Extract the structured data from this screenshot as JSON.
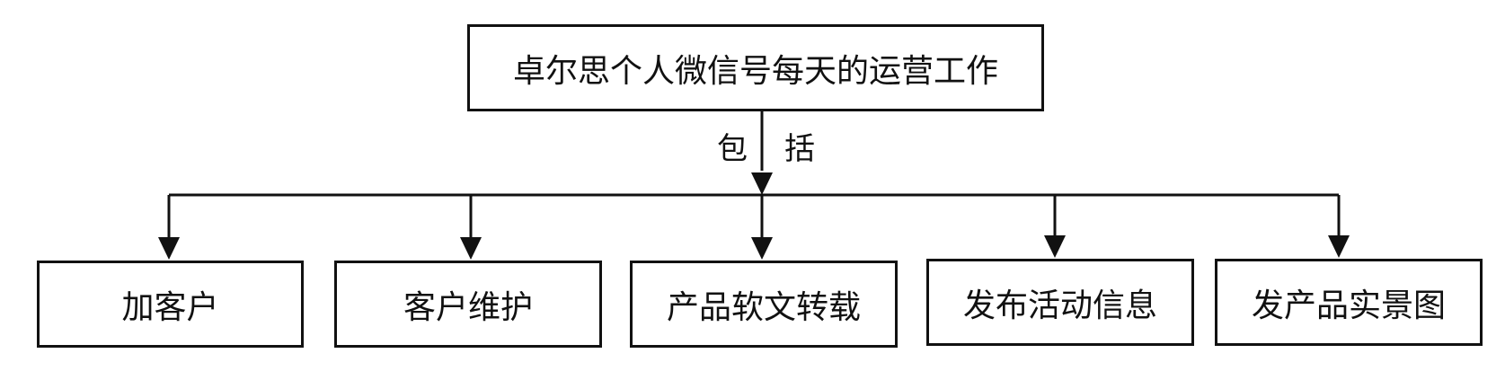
{
  "diagram": {
    "root": "卓尔思个人微信号每天的运营工作",
    "edge_label": [
      "包",
      "括"
    ],
    "children": [
      "加客户",
      "客户维护",
      "产品软文转载",
      "发布活动信息",
      "发产品实景图"
    ],
    "colors": {
      "line": "#111111",
      "box_border": "#111111",
      "text": "#111111",
      "background": "#ffffff"
    }
  }
}
